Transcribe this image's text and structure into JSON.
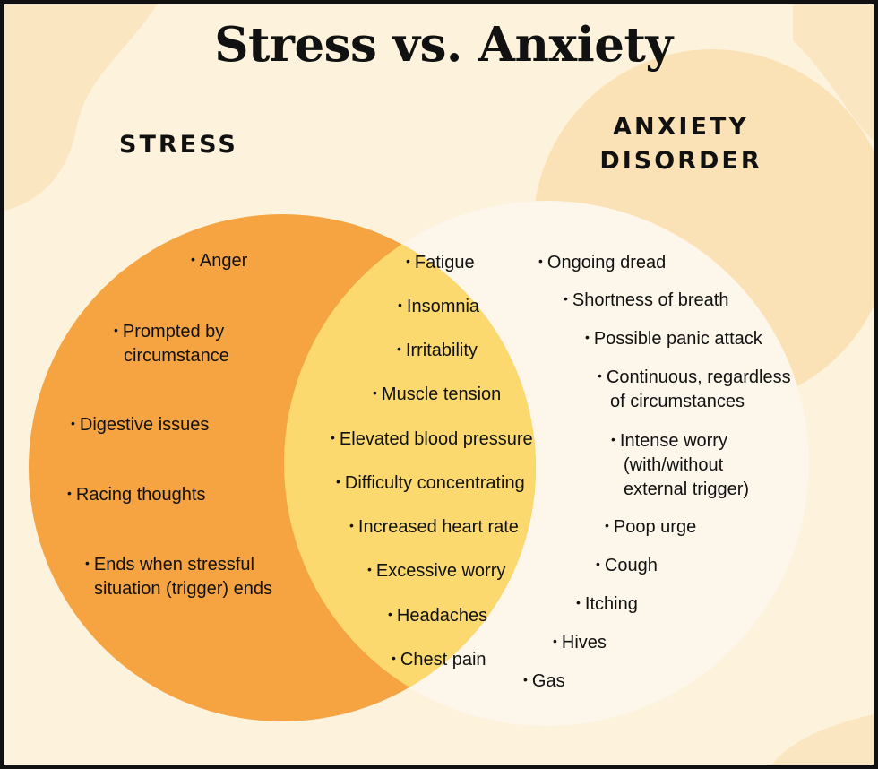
{
  "title": "Stress vs. Anxiety",
  "stress_heading": "STRESS",
  "anxiety_heading_line1": "ANXIETY",
  "anxiety_heading_line2": "DISORDER",
  "colors": {
    "background": "#fdf2dc",
    "stress_circle": "#f6a341",
    "overlap": "#fbd96e",
    "anxiety_circle": "#fdf6ea"
  },
  "stress_only": [
    "Anger",
    "Prompted by",
    "circumstance",
    "Digestive issues",
    "Racing thoughts",
    "Ends when stressful",
    "situation (trigger) ends"
  ],
  "shared": [
    "Fatigue",
    "Insomnia",
    "Irritability",
    "Muscle tension",
    "Elevated blood pressure",
    "Difficulty concentrating",
    "Increased heart rate",
    "Excessive worry",
    "Headaches",
    "Chest pain"
  ],
  "anxiety_only": [
    "Ongoing dread",
    "Shortness of breath",
    "Possible panic attack",
    "Continuous, regardless",
    "of circumstances",
    "Intense worry",
    "(with/without",
    "external trigger)",
    "Poop urge",
    "Cough",
    "Itching",
    "Hives",
    "Gas"
  ]
}
